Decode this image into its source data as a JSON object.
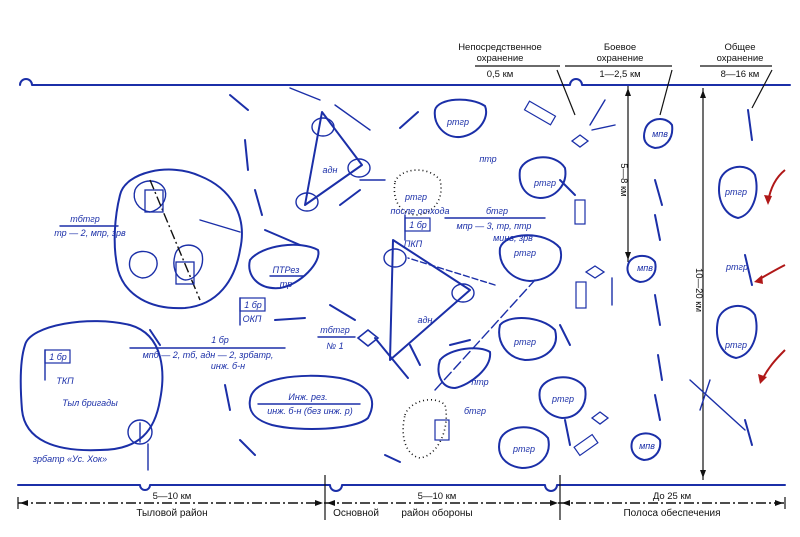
{
  "header": {
    "direct_guard": [
      "Непосредственное",
      "охранение"
    ],
    "direct_guard_dist": "0,5 км",
    "combat_guard": [
      "Боевое",
      "охранение"
    ],
    "combat_guard_dist": "1—2,5 км",
    "general_guard": [
      "Общее",
      "охранение"
    ],
    "general_guard_dist": "8—16 км"
  },
  "footer": {
    "rear_dist": "5—10 км",
    "rear_area": "Тыловой район",
    "main_area_a": "Основной",
    "main_dist": "5—10 км",
    "main_area_b": "район обороны",
    "support_dist": "До 25 км",
    "support_zone": "Полоса обеспечения"
  },
  "vertical": {
    "span_short": "5—8 км",
    "span_long": "10—20 км"
  },
  "labels": {
    "tbtgr_a": "тбтгр",
    "tbtgr_a_comp": "тр — 2, мпр, зрв",
    "ptrez": "ПТРез",
    "ptrez_sub": "тр",
    "brig_1": "1 бр",
    "okp": "ОКП",
    "brig_main": "1 бр",
    "brig_main_line1": "мпб — 2, тб, адн — 2, зрбатр,",
    "brig_main_line2": "инж. б-н",
    "brig_tkp": "1 бр",
    "tkp": "ТКП",
    "rear_brigade": "Тыл бригады",
    "zrbatr": "зрбатр «Ус. Хок»",
    "eng_res_line1": "Инж. рез.",
    "eng_res_line2": "инж. б-н (без инж. р)",
    "adn_top": "адн",
    "tbtgr_n1": "тбтгр",
    "tbtgr_n1_num": "№ 1",
    "adn_mid": "адн",
    "rtgr_top": "ртгр",
    "ptr_top": "птр",
    "rtgr_a": "ртгр",
    "rtgr_after": "ртгр",
    "after_withdraw": "после отхода",
    "btgr_top": "бтгр",
    "btgr_top_comp1": "мпр — 3, тр, птр",
    "btgr_top_comp2": "минв, зрв",
    "brig_pkp": "1 бр",
    "pkp": "ПКП",
    "rtgr_b": "ртгр",
    "rtgr_c": "ртгр",
    "ptr_bot": "птр",
    "btgr_bot": "бтгр",
    "rtgr_d": "ртгр",
    "rtgr_e": "ртгр",
    "mpv_1": "мпв",
    "mpv_2": "мпв",
    "mpv_3": "мпв",
    "rtgr_f1": "ртгр",
    "rtgr_f2": "ртгр",
    "rtgr_f3": "ртгр"
  }
}
